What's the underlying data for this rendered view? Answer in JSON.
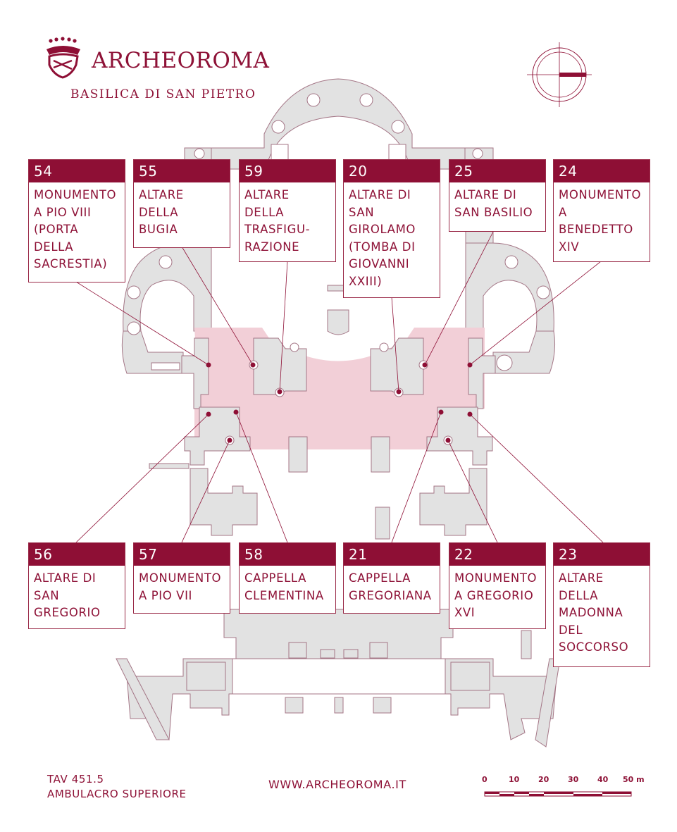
{
  "header": {
    "brand": "ARCHEOROMA",
    "subtitle": "BASILICA DI SAN PIETRO",
    "logo_icon": "crown-shield-icon",
    "compass_icon": "compass-icon"
  },
  "callouts": {
    "top": [
      {
        "num": "54",
        "label": "MONUMENTO\nA PIO VIII\n(PORTA\nDELLA\nSACRESTIA)"
      },
      {
        "num": "55",
        "label": "ALTARE\nDELLA\nBUGIA"
      },
      {
        "num": "59",
        "label": "ALTARE\nDELLA\nTRASFIGU-\nRAZIONE"
      },
      {
        "num": "20",
        "label": "ALTARE DI\nSAN\nGIROLAMO\n(TOMBA DI\nGIOVANNI\nXXIII)"
      },
      {
        "num": "25",
        "label": "ALTARE DI\nSAN BASILIO"
      },
      {
        "num": "24",
        "label": "MONUMENTO\nA\nBENEDETTO\nXIV"
      }
    ],
    "bottom": [
      {
        "num": "56",
        "label": "ALTARE DI\nSAN\nGREGORIO"
      },
      {
        "num": "57",
        "label": "MONUMENTO\nA PIO VII"
      },
      {
        "num": "58",
        "label": "CAPPELLA\nCLEMENTINA"
      },
      {
        "num": "21",
        "label": "CAPPELLA\nGREGORIANA"
      },
      {
        "num": "22",
        "label": "MONUMENTO\nA GREGORIO\nXVI"
      },
      {
        "num": "23",
        "label": "ALTARE\nDELLA\nMADONNA\nDEL\nSOCCORSO"
      }
    ]
  },
  "footer": {
    "tav": "TAV 451.5",
    "section": "AMBULACRO SUPERIORE",
    "website": "WWW.ARCHEOROMA.IT",
    "scale_labels": [
      "0",
      "10",
      "20",
      "30",
      "40",
      "50 m"
    ]
  },
  "colors": {
    "accent": "#8e0f35",
    "plan_fill": "#e3e3e3",
    "plan_stroke": "#a07080",
    "highlight": "#f1cfd7"
  }
}
